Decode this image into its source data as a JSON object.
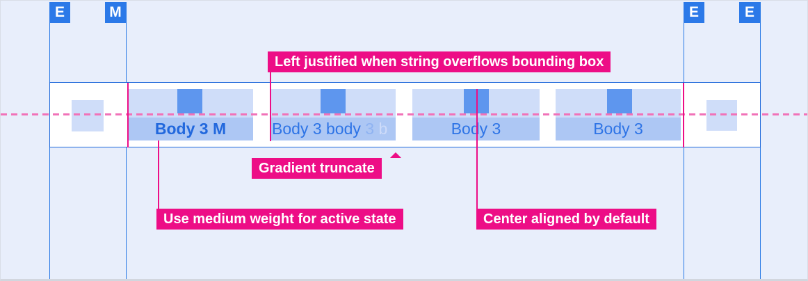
{
  "markers": [
    {
      "letter": "E"
    },
    {
      "letter": "M"
    },
    {
      "letter": "E"
    },
    {
      "letter": "E"
    }
  ],
  "tabbar": {
    "tabs": [
      {
        "label": "Body 3 M",
        "state": "active"
      },
      {
        "label_main": "Body 3 body ",
        "label_fade_mid": "3 ",
        "label_fade_end": "b",
        "state": "gradient-truncated"
      },
      {
        "label": "Body 3",
        "state": "default"
      },
      {
        "label": "Body 3",
        "state": "default"
      }
    ]
  },
  "annotations": {
    "left_justified": "Left justified when string overflows bounding box",
    "gradient_truncate": "Gradient truncate",
    "medium_weight": "Use medium weight for active state",
    "center_aligned": "Center aligned by default"
  },
  "colors": {
    "background": "#E8EEFB",
    "guide_blue": "#2577E5",
    "marker_blue": "#2B79E8",
    "band_border_blue": "#1B66DA",
    "icon_area_blue": "#CFDDF9",
    "label_area_blue": "#ADC7F4",
    "icon_blue": "#5E96EE",
    "tab_text_blue": "#2E74E6",
    "active_text_blue": "#2268DD",
    "annotation_pink": "#ED0D86",
    "baseline_pink": "#F172B8"
  }
}
